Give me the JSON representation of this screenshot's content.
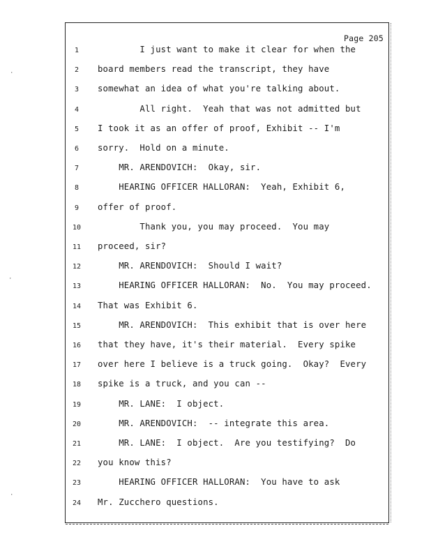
{
  "page": {
    "page_label": "Page 205"
  },
  "transcript": {
    "lines": [
      {
        "num": "1",
        "text": "        I just want to make it clear for when the"
      },
      {
        "num": "2",
        "text": "board members read the transcript, they have"
      },
      {
        "num": "3",
        "text": "somewhat an idea of what you're talking about."
      },
      {
        "num": "4",
        "text": "        All right.  Yeah that was not admitted but"
      },
      {
        "num": "5",
        "text": "I took it as an offer of proof, Exhibit -- I'm"
      },
      {
        "num": "6",
        "text": "sorry.  Hold on a minute."
      },
      {
        "num": "7",
        "text": "    MR. ARENDOVICH:  Okay, sir."
      },
      {
        "num": "8",
        "text": "    HEARING OFFICER HALLORAN:  Yeah, Exhibit 6,"
      },
      {
        "num": "9",
        "text": "offer of proof."
      },
      {
        "num": "10",
        "text": "        Thank you, you may proceed.  You may"
      },
      {
        "num": "11",
        "text": "proceed, sir?"
      },
      {
        "num": "12",
        "text": "    MR. ARENDOVICH:  Should I wait?"
      },
      {
        "num": "13",
        "text": "    HEARING OFFICER HALLORAN:  No.  You may proceed."
      },
      {
        "num": "14",
        "text": "That was Exhibit 6."
      },
      {
        "num": "15",
        "text": "    MR. ARENDOVICH:  This exhibit that is over here"
      },
      {
        "num": "16",
        "text": "that they have, it's their material.  Every spike"
      },
      {
        "num": "17",
        "text": "over here I believe is a truck going.  Okay?  Every"
      },
      {
        "num": "18",
        "text": "spike is a truck, and you can --"
      },
      {
        "num": "19",
        "text": "    MR. LANE:  I object."
      },
      {
        "num": "20",
        "text": "    MR. ARENDOVICH:  -- integrate this area."
      },
      {
        "num": "21",
        "text": "    MR. LANE:  I object.  Are you testifying?  Do"
      },
      {
        "num": "22",
        "text": "you know this?"
      },
      {
        "num": "23",
        "text": "    HEARING OFFICER HALLORAN:  You have to ask"
      },
      {
        "num": "24",
        "text": "Mr. Zucchero questions."
      }
    ]
  }
}
